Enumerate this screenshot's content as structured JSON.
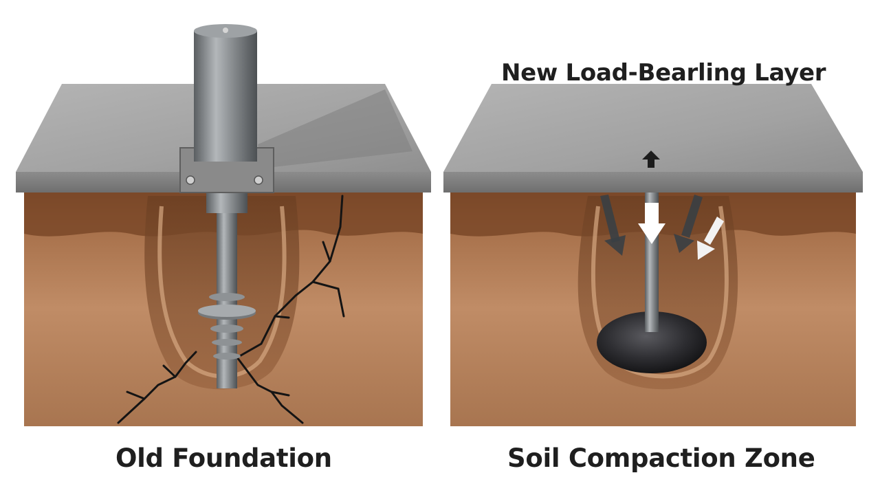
{
  "labels": {
    "top_right": "New Load-Bearling Layer",
    "bottom_left": "Old Foundation",
    "bottom_right": "Soil Compaction Zone"
  },
  "colors": {
    "slab_top": "#a9a9a9",
    "slab_front": "#808080",
    "soil_light": "#c8946a",
    "soil_mid": "#a9714a",
    "soil_dark": "#6e4226",
    "pipe": "#8f9396",
    "pipe_dark": "#5d6164",
    "ground_crack": "#141414",
    "arrow_dark": "#3a3f44",
    "bulb": "#2b2b2e"
  },
  "icons": {
    "up_arrow": "up-arrow-icon",
    "down_arrow": "down-arrow-icon"
  }
}
